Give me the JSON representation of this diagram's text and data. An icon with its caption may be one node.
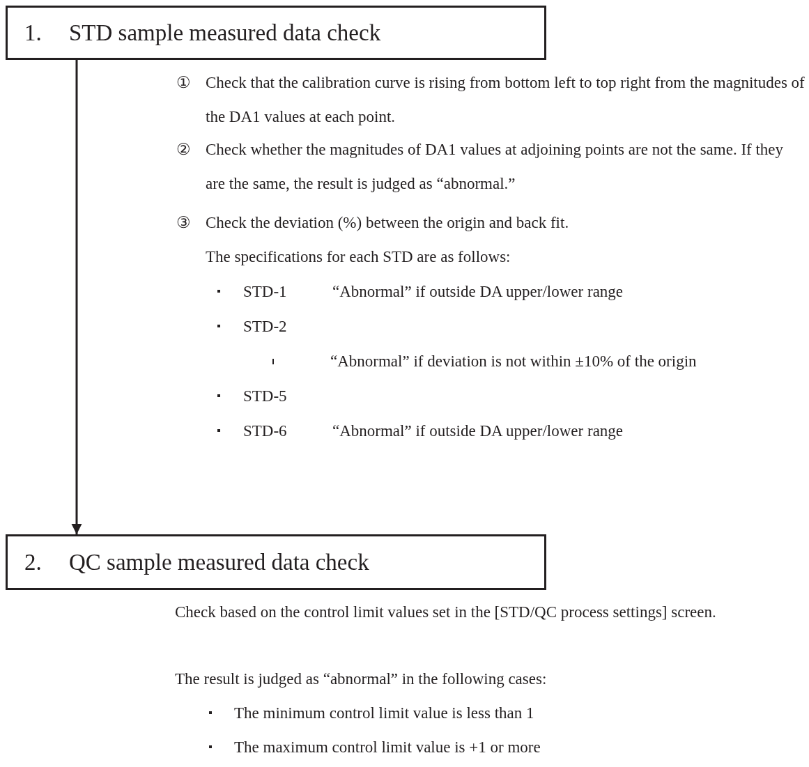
{
  "diagram": {
    "nodes": [
      {
        "text": [
          "1.",
          "STD sample measured data check"
        ]
      },
      {
        "text": [
          "2.",
          "QC sample measured data check"
        ]
      }
    ],
    "edges": [
      {
        "from": 0,
        "to": 1,
        "arrow": "to"
      }
    ],
    "labels": [
      "①",
      "Check that the calibration curve is rising from bottom left to top right from the magnitudes of the DA1 values at each point.",
      "②",
      "Check whether the magnitudes of DA1 values at adjoining points are not the same. If they are the same, the result is judged as “abnormal.”",
      "③",
      "Check the deviation (%) between the origin and back fit.",
      "The specifications for each STD are as follows:",
      "STD-1",
      "“Abnormal” if outside DA upper/lower range",
      "STD-2",
      "“Abnormal” if deviation is not within ±10% of the origin",
      "STD-5",
      "STD-6",
      "“Abnormal” if outside DA upper/lower range",
      "Check based on the control limit values set in the [STD/QC process settings] screen.",
      "The result is judged as “abnormal” in the following cases:",
      "The minimum control limit value is less than 1",
      "The maximum control limit value is +1 or more"
    ]
  }
}
